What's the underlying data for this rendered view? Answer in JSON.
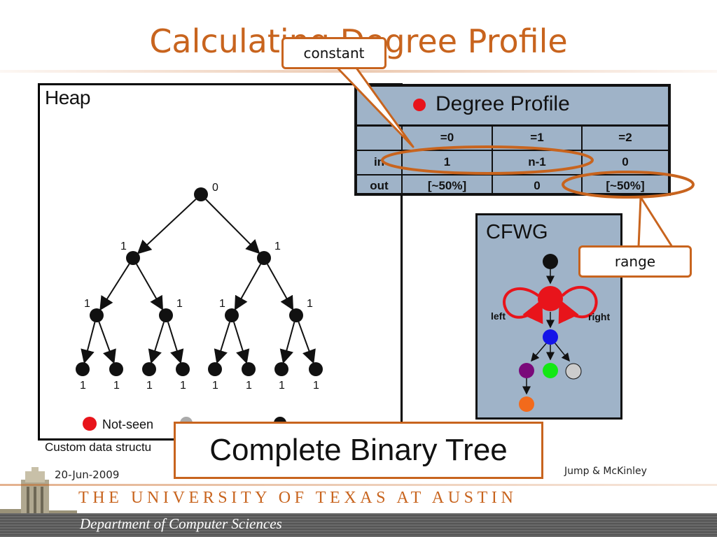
{
  "slide": {
    "title": "Calculating Degree Profile"
  },
  "heap": {
    "title": "Heap",
    "caption": "Custom data structu",
    "root_label": "0",
    "level1_labels": [
      "1",
      "1"
    ],
    "level2_labels": [
      "1",
      "1",
      "1",
      "1"
    ],
    "leaf_labels": [
      "1",
      "1",
      "1",
      "1",
      "1",
      "1",
      "1",
      "1"
    ],
    "legend": {
      "not_seen": "Not-seen",
      "not_seen_color": "#e8141b",
      "gray_color": "#aaaaaa",
      "black_color": "#111111"
    }
  },
  "degree_profile": {
    "title": "Degree Profile",
    "dot_color": "#e8141b",
    "columns": [
      "",
      "=0",
      "=1",
      "=2"
    ],
    "rows": [
      {
        "label": "in",
        "values": [
          "1",
          "n-1",
          "0"
        ]
      },
      {
        "label": "out",
        "values": [
          "[~50%]",
          "0",
          "[~50%]"
        ]
      }
    ]
  },
  "cfwg": {
    "title": "CFWG",
    "left_label": "left",
    "right_label": "right",
    "node_colors": {
      "entry": "#111111",
      "self_loop_node": "#e8141b",
      "loop_arrows": "#e8141b",
      "child": "#1414e8",
      "purple": "#7a0a7a",
      "green": "#14e814",
      "gray": "#cccccc",
      "orange": "#f26a1b"
    }
  },
  "callouts": {
    "constant": "constant",
    "range": "range",
    "main": "Complete Binary Tree",
    "accent_color": "#c8641e"
  },
  "footer": {
    "date": "20-Jun-2009",
    "authors": "Jump & McKinley",
    "university": "THE UNIVERSITY OF TEXAS AT AUSTIN",
    "department": "Department of Computer Sciences"
  }
}
